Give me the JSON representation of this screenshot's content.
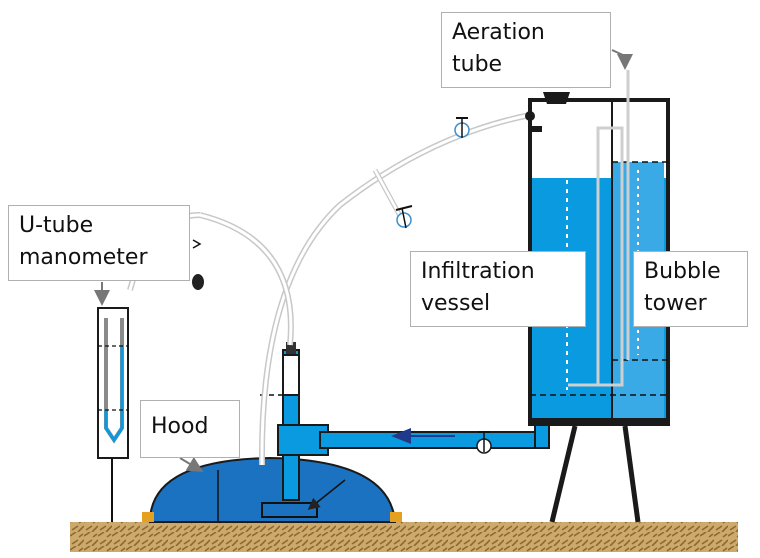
{
  "labels": {
    "aeration_tube": "Aeration\ntube",
    "u_tube_manometer": "U-tube\nmanometer",
    "infiltration_vessel": "Infiltration\nvessel",
    "bubble_tower": "Bubble\ntower",
    "hood": "Hood"
  },
  "colors": {
    "water": "#0a9ae0",
    "water_dark": "#1b6fbf",
    "outline": "#1a1a1a",
    "tube": "#d0d0d0",
    "soil": "#c9a86a",
    "arrow": "#1f3a8a"
  }
}
